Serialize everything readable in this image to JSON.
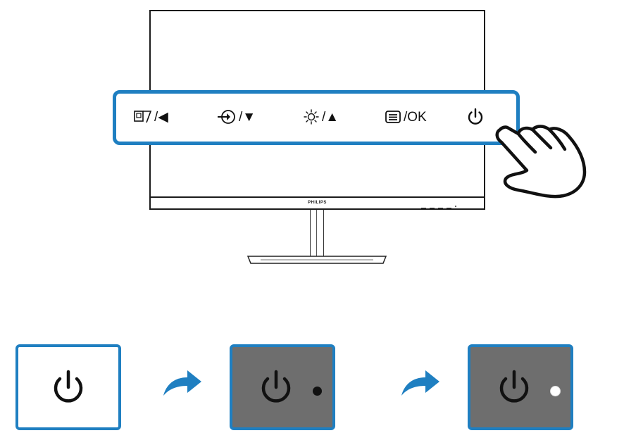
{
  "monitor": {
    "brand": "PHILIPS"
  },
  "controls": {
    "buttons": [
      {
        "icon": "smartimage-icon",
        "label": "/◀"
      },
      {
        "icon": "input-icon",
        "label": "/▼"
      },
      {
        "icon": "brightness-icon",
        "label": "/▲"
      },
      {
        "icon": "menu-icon",
        "label": "/OK"
      },
      {
        "icon": "power-icon",
        "label": ""
      }
    ],
    "highlight_color": "#1f7fc1"
  },
  "sequence": {
    "steps": [
      {
        "state": "off",
        "panel_color": "#ffffff",
        "led": "none"
      },
      {
        "state": "standby",
        "panel_color": "#6e6e6e",
        "led": "#111111"
      },
      {
        "state": "on",
        "panel_color": "#6e6e6e",
        "led": "#ffffff"
      }
    ],
    "arrow_color": "#1f7fc1"
  }
}
